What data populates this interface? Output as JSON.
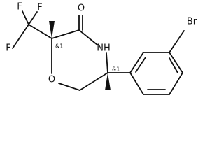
{
  "molecule": {
    "atoms": {
      "f1": "F",
      "f2": "F",
      "f3": "F",
      "o_carbonyl": "O",
      "nh": "NH",
      "o_ring": "O",
      "br": "Br"
    },
    "stereo_labels": {
      "c2": "&1",
      "c5": "&1"
    }
  }
}
